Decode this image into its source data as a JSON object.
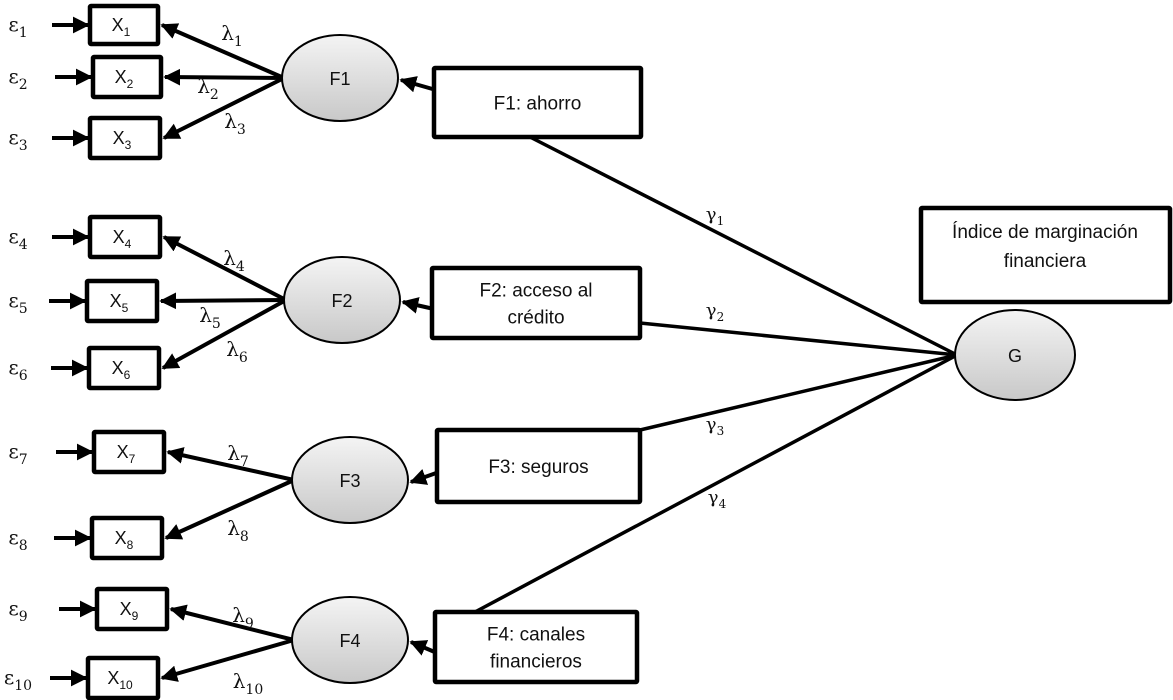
{
  "title": "Índice de marginación financiera",
  "title_lines": [
    "Índice de marginación",
    "financiera"
  ],
  "global_factor": {
    "id": "G",
    "label": "G"
  },
  "factors": [
    {
      "id": "F1",
      "label": "F1",
      "description_lines": [
        "F1: ahorro"
      ],
      "gamma": {
        "symbol": "γ",
        "sub": "1"
      },
      "indicators": [
        {
          "label": "X",
          "sub": "1",
          "error": {
            "symbol": "ε",
            "sub": "1"
          },
          "loading": {
            "symbol": "λ",
            "sub": "1"
          }
        },
        {
          "label": "X",
          "sub": "2",
          "error": {
            "symbol": "ε",
            "sub": "2"
          },
          "loading": {
            "symbol": "λ",
            "sub": "2"
          }
        },
        {
          "label": "X",
          "sub": "3",
          "error": {
            "symbol": "ε",
            "sub": "3"
          },
          "loading": {
            "symbol": "λ",
            "sub": "3"
          }
        }
      ]
    },
    {
      "id": "F2",
      "label": "F2",
      "description_lines": [
        "F2: acceso al",
        "crédito"
      ],
      "gamma": {
        "symbol": "γ",
        "sub": "2"
      },
      "indicators": [
        {
          "label": "X",
          "sub": "4",
          "error": {
            "symbol": "ε",
            "sub": "4"
          },
          "loading": {
            "symbol": "λ",
            "sub": "4"
          }
        },
        {
          "label": "X",
          "sub": "5",
          "error": {
            "symbol": "ε",
            "sub": "5"
          },
          "loading": {
            "symbol": "λ",
            "sub": "5"
          }
        },
        {
          "label": "X",
          "sub": "6",
          "error": {
            "symbol": "ε",
            "sub": "6"
          },
          "loading": {
            "symbol": "λ",
            "sub": "6"
          }
        }
      ]
    },
    {
      "id": "F3",
      "label": "F3",
      "description_lines": [
        "F3: seguros"
      ],
      "gamma": {
        "symbol": "γ",
        "sub": "3"
      },
      "indicators": [
        {
          "label": "X",
          "sub": "7",
          "error": {
            "symbol": "ε",
            "sub": "7"
          },
          "loading": {
            "symbol": "λ",
            "sub": "7"
          }
        },
        {
          "label": "X",
          "sub": "8",
          "error": {
            "symbol": "ε",
            "sub": "8"
          },
          "loading": {
            "symbol": "λ",
            "sub": "8"
          }
        }
      ]
    },
    {
      "id": "F4",
      "label": "F4",
      "description_lines": [
        "F4: canales",
        "financieros"
      ],
      "gamma": {
        "symbol": "γ",
        "sub": "4"
      },
      "indicators": [
        {
          "label": "X",
          "sub": "9",
          "error": {
            "symbol": "ε",
            "sub": "9"
          },
          "loading": {
            "symbol": "λ",
            "sub": "9"
          }
        },
        {
          "label": "X",
          "sub": "10",
          "error": {
            "symbol": "ε",
            "sub": "10"
          },
          "loading": {
            "symbol": "λ",
            "sub": "10"
          }
        }
      ]
    }
  ],
  "colors": {
    "stroke": "#000000",
    "ellipse_fill_top": "#f4f4f4",
    "ellipse_fill_bottom": "#c8c8c8"
  }
}
